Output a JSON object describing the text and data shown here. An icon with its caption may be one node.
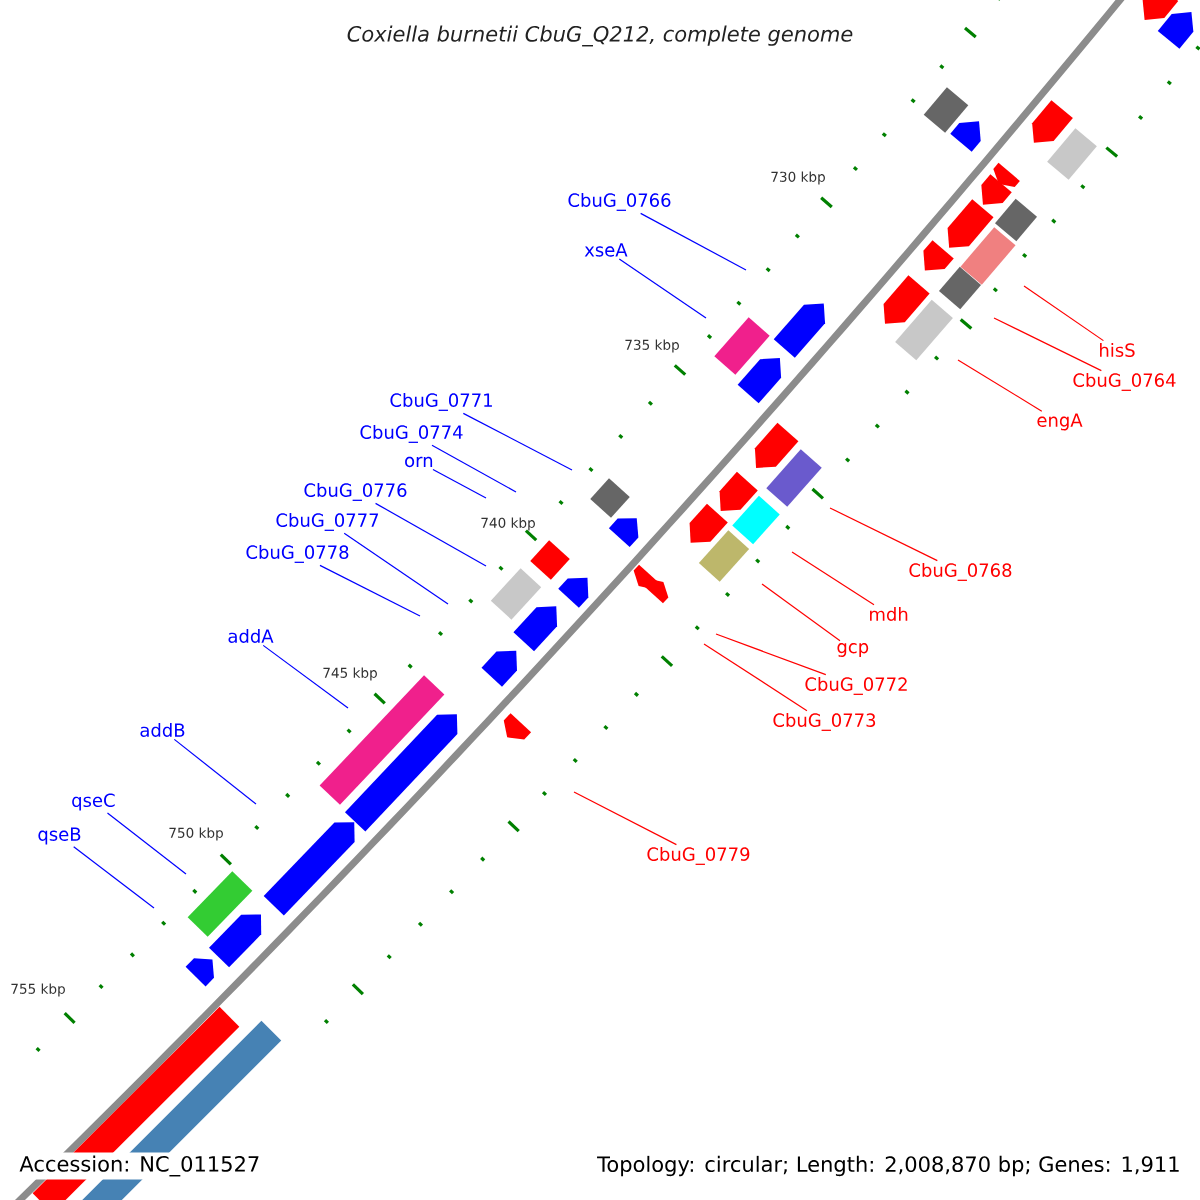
{
  "diagram": {
    "title": "Coxiella burnetii CbuG_Q212, complete genome",
    "nodes": [
      {
        "text": [
          "CbuG_0766"
        ]
      },
      {
        "text": [
          "xseA"
        ]
      },
      {
        "text": [
          "hisS"
        ]
      },
      {
        "text": [
          "CbuG_0764"
        ]
      },
      {
        "text": [
          "CbuG_0771"
        ]
      },
      {
        "text": [
          "engA"
        ]
      },
      {
        "text": [
          "CbuG_0774"
        ]
      },
      {
        "text": [
          "orn"
        ]
      },
      {
        "text": [
          "CbuG_0776"
        ]
      },
      {
        "text": [
          "CbuG_0777"
        ]
      },
      {
        "text": [
          "CbuG_0778"
        ]
      },
      {
        "text": [
          "CbuG_0768"
        ]
      },
      {
        "text": [
          "mdh"
        ]
      },
      {
        "text": [
          "addA"
        ]
      },
      {
        "text": [
          "gcp"
        ]
      },
      {
        "text": [
          "CbuG_0772"
        ]
      },
      {
        "text": [
          "CbuG_0773"
        ]
      },
      {
        "text": [
          "addB"
        ]
      },
      {
        "text": [
          "qseC"
        ]
      },
      {
        "text": [
          "qseB"
        ]
      },
      {
        "text": [
          "CbuG_0779"
        ]
      }
    ],
    "edges": [
      {
        "from": 0,
        "to": null,
        "arrow": "none"
      },
      {
        "from": 1,
        "to": null,
        "arrow": "none"
      },
      {
        "from": 2,
        "to": null,
        "arrow": "none",
        "color": "#ff0000"
      },
      {
        "from": 3,
        "to": null,
        "arrow": "none",
        "color": "#ff0000"
      },
      {
        "from": 4,
        "to": null,
        "arrow": "none"
      },
      {
        "from": 5,
        "to": null,
        "arrow": "none",
        "color": "#ff0000"
      },
      {
        "from": 6,
        "to": null,
        "arrow": "none"
      },
      {
        "from": 7,
        "to": null,
        "arrow": "none"
      },
      {
        "from": 8,
        "to": null,
        "arrow": "none"
      },
      {
        "from": 9,
        "to": null,
        "arrow": "none"
      },
      {
        "from": 10,
        "to": null,
        "arrow": "none"
      },
      {
        "from": 11,
        "to": null,
        "arrow": "none",
        "color": "#ff0000"
      },
      {
        "from": 12,
        "to": null,
        "arrow": "none",
        "color": "#ff0000"
      },
      {
        "from": 13,
        "to": null,
        "arrow": "none"
      },
      {
        "from": 14,
        "to": null,
        "arrow": "none",
        "color": "#ff0000"
      },
      {
        "from": 15,
        "to": null,
        "arrow": "none",
        "color": "#ff0000"
      },
      {
        "from": 16,
        "to": null,
        "arrow": "none",
        "color": "#ff0000"
      },
      {
        "from": 17,
        "to": null,
        "arrow": "none"
      },
      {
        "from": 18,
        "to": null,
        "arrow": "none"
      },
      {
        "from": 19,
        "to": null,
        "arrow": "none"
      },
      {
        "from": 20,
        "to": null,
        "arrow": "none",
        "color": "#ff0000"
      }
    ],
    "labels": [
      "730 kbp",
      "735 kbp",
      "740 kbp",
      "745 kbp",
      "750 kbp",
      "755 kbp",
      "Accession: NC_011527",
      "Topology: circular; Length: 2,008,870 bp; Genes: 1,911"
    ]
  }
}
